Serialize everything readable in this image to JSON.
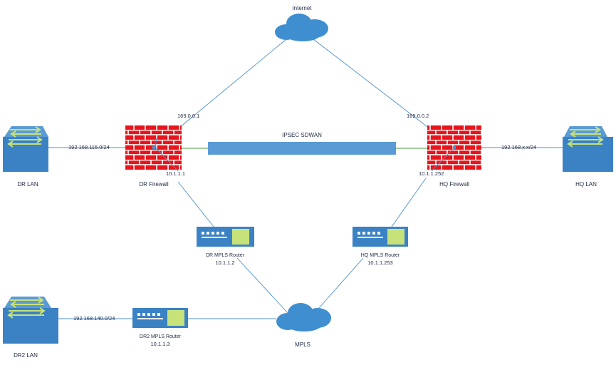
{
  "clouds": {
    "internet": {
      "label": "Internet"
    },
    "mpls": {
      "label": "MPLS"
    }
  },
  "tunnel": {
    "label": "IPSEC SDWAN"
  },
  "firewalls": {
    "dr": {
      "label": "DR Firewall",
      "internet_ip": "169.0.0.1",
      "mpls_ip": "10.1.1.1",
      "lan_subnet": "192.168.115.0/24"
    },
    "hq": {
      "label": "HQ Firewall",
      "internet_ip": "169.0.0.2",
      "mpls_ip": "10.1.1.252",
      "lan_subnet": "192.168.x.x/24"
    }
  },
  "switches": {
    "dr_lan": {
      "label": "DR LAN"
    },
    "hq_lan": {
      "label": "HQ LAN"
    },
    "dr2_lan": {
      "label": "DR2 LAN",
      "subnet": "192.168.140.0/24"
    }
  },
  "routers": {
    "dr": {
      "label": "DR MPLS Router",
      "ip": "10.1.1.2"
    },
    "hq": {
      "label": "HQ MPLS Router",
      "ip": "10.1.1.253"
    },
    "dr2": {
      "label": "DR2 MPLS Router",
      "ip": "10.1.1.3"
    }
  },
  "colors": {
    "link": "#4f8fc8",
    "lan_link": "#4a9a3a",
    "device_blue": "#3a82c4",
    "firewall_red": "#e8141c",
    "firewall_mortar": "#ffffff",
    "cloud": "#3f8fd0",
    "label": "#1f2a44"
  },
  "icons": {
    "cloud": "cloud-icon",
    "firewall": "firewall-icon",
    "switch": "switch-icon",
    "router": "router-icon"
  }
}
